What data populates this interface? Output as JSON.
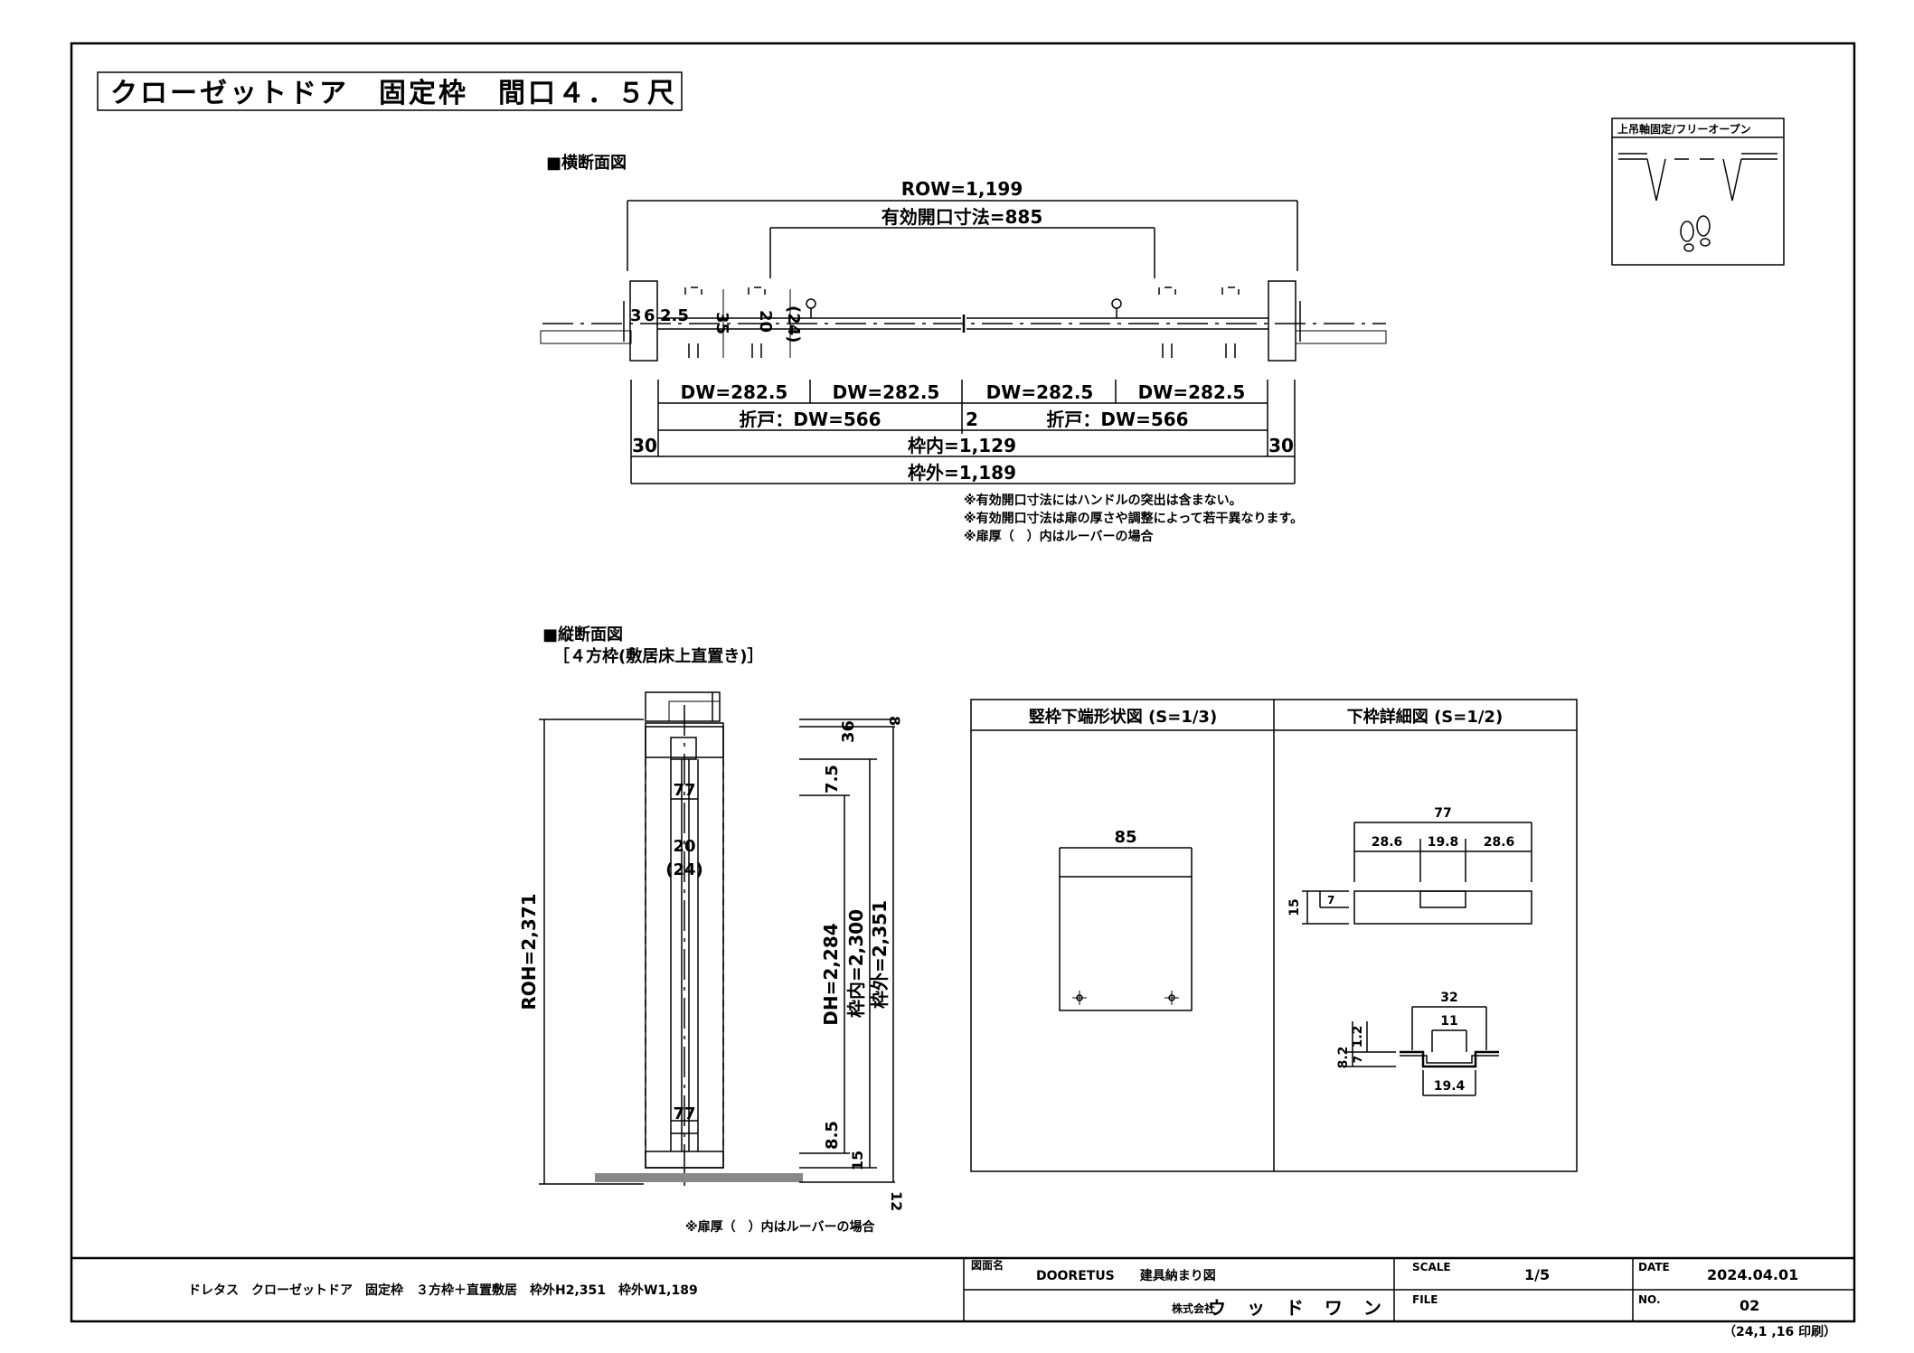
{
  "title": "クローゼットドア　固定枠　間口４．５尺",
  "legend_box": {
    "label": "上吊軸固定/フリーオープン"
  },
  "plan": {
    "heading": "■横断面図",
    "row": "ROW=1,199",
    "effective_opening": "有効開口寸法=885",
    "small_dims": [
      "3",
      "6",
      "2.5",
      "35",
      "20",
      "(24)"
    ],
    "dw_cells": [
      "DW=282.5",
      "DW=282.5",
      "DW=282.5",
      "DW=282.5"
    ],
    "fold_left": "折戸：DW=566",
    "fold_right": "折戸：DW=566",
    "gap": "2",
    "side_left": "30",
    "side_right": "30",
    "inner": "枠内=1,129",
    "outer": "枠外=1,189",
    "notes": [
      "※有効開口寸法にはハンドルの突出は含まない。",
      "※有効開口寸法は扉の厚さや調整によって若干異なります。",
      "※扉厚（　）内はルーバーの場合"
    ]
  },
  "section": {
    "heading": "■縦断面図",
    "subheading": "［４方枠(敷居床上直置き)］",
    "roh": "ROH=2,371",
    "dim_77_top": "77",
    "dim_20": "20",
    "dim_24": "(24)",
    "dim_77_bottom": "77",
    "dh": "DH=2,284",
    "inner_h": "枠内=2,300",
    "outer_h": "枠外=2,351",
    "dim_8": "8",
    "dim_36": "36",
    "dim_7_5": "7.5",
    "dim_8_5": "8.5",
    "dim_15": "15",
    "dim_12": "12",
    "note": "※扉厚（　）内はルーバーの場合"
  },
  "details": {
    "left_title": "竪枠下端形状図 (S=1/3)",
    "left_dim": "85",
    "right_title": "下枠詳細図 (S=1/2)",
    "sill_top": "77",
    "sill_parts": [
      "28.6",
      "19.8",
      "28.6"
    ],
    "sill_h15": "15",
    "sill_h7": "7",
    "rail_top": "32",
    "rail_mid": "11",
    "rail_h12": "1.2",
    "rail_h7": "7",
    "rail_h82": "8.2",
    "rail_bottom": "19.4"
  },
  "title_block": {
    "description": "ドレタス　クローゼットドア　固定枠　３方枠＋直置敷居　枠外H2,351　枠外W1,189",
    "drawing_name_label": "図面名",
    "drawing_name": "DOORETUS　　建具納まり図",
    "company_label": "株式会社",
    "company": "ウ ッ ド ワ ン",
    "scale_label": "SCALE",
    "scale": "1/5",
    "file_label": "FILE",
    "date_label": "DATE",
    "date": "2024.04.01",
    "no_label": "NO.",
    "no": "02",
    "print_note": "（24,1 ,16 印刷）"
  }
}
